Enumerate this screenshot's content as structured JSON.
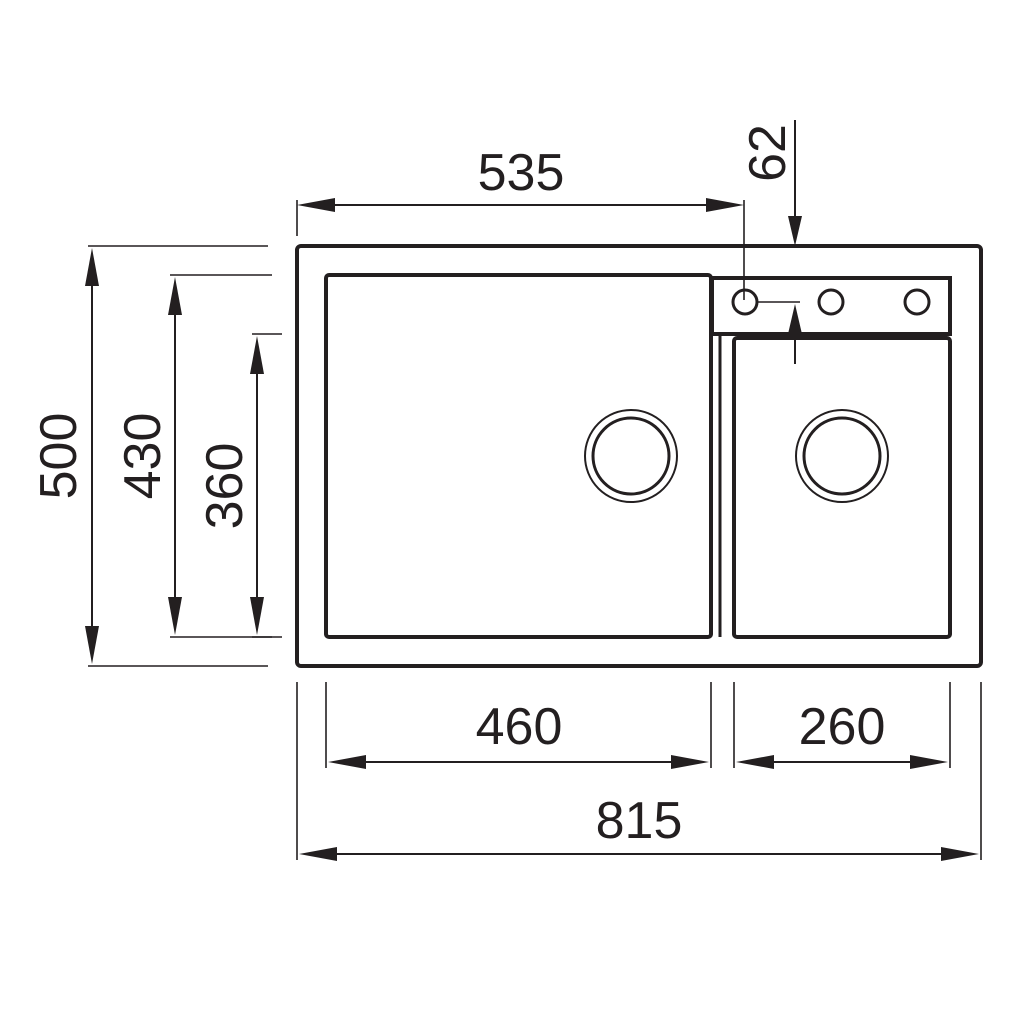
{
  "dimensions": {
    "width_535": "535",
    "tap_offset_62": "62",
    "height_500": "500",
    "height_430": "430",
    "height_360": "360",
    "bowl_left_width": "460",
    "bowl_right_width": "260",
    "total_width": "815"
  },
  "colors": {
    "line": "#231f20",
    "background": "#ffffff"
  }
}
